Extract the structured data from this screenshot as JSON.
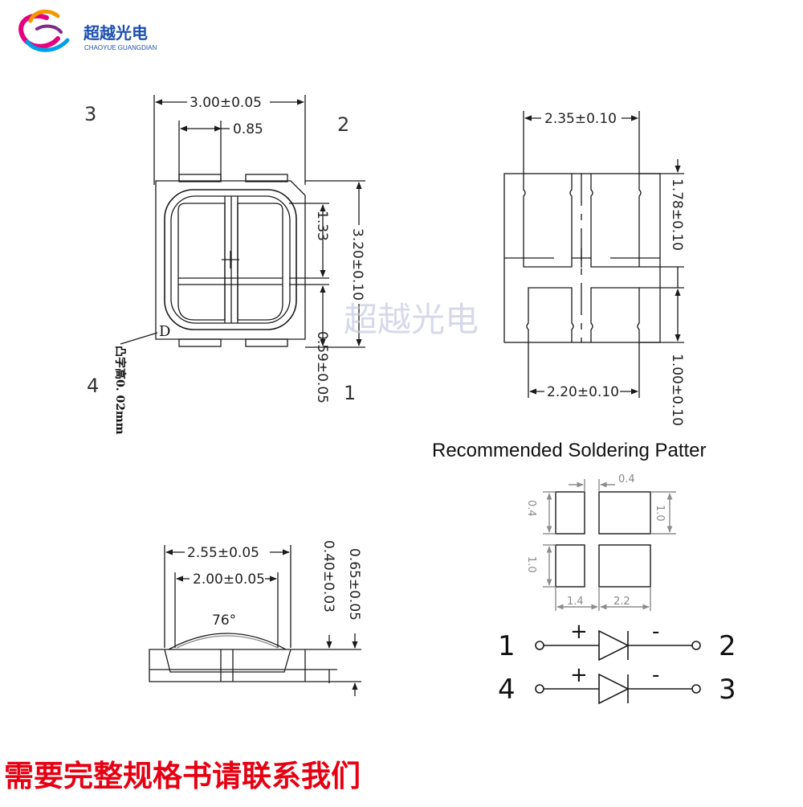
{
  "brand": {
    "name_cn": "超越光电",
    "name_en": "CHAOYUE GUANGDIAN",
    "logo_colors": [
      "#e4007f",
      "#f39800",
      "#00a0e9",
      "#1b4fb0"
    ]
  },
  "watermark": "超越光电",
  "top_view": {
    "pin_labels": {
      "top_left": "3",
      "top_right": "2",
      "bottom_left": "4",
      "bottom_right": "1"
    },
    "dim_width": "3.00±0.05",
    "dim_pad": "0.85",
    "dim_height": "3.20±0.10",
    "dim_inner": "1.33",
    "dim_bottom": "0.59±0.05",
    "mark_letter": "D",
    "side_note": "凸字高0. 02mm"
  },
  "pad_view": {
    "dim_top": "2.35±0.10",
    "dim_right_upper": "1.78±0.10",
    "dim_right_lower": "1.00±0.10",
    "dim_bottom": "2.20±0.10"
  },
  "side_view": {
    "dim_outer": "2.55±0.05",
    "dim_inner": "2.00±0.05",
    "angle": "76°",
    "dim_lens": "0.40±0.03",
    "dim_total": "0.65±0.05"
  },
  "soldering": {
    "heading": "Recommended Soldering Patter",
    "dim_top": "0.4",
    "dim_left_top": "0.4",
    "dim_right_top": "1.0",
    "dim_left_bottom": "1.0",
    "dim_bottom_left": "1.4",
    "dim_bottom_right": "2.2"
  },
  "circuit": {
    "row1": {
      "left": "1",
      "plus": "+",
      "minus": "-",
      "right": "2"
    },
    "row2": {
      "left": "4",
      "plus": "+",
      "minus": "-",
      "right": "3"
    }
  },
  "banner": "需要完整规格书请联系我们",
  "colors": {
    "banner": "#e60012",
    "line": "#1a1a1a",
    "pad_gray": "#8c8c8c"
  }
}
